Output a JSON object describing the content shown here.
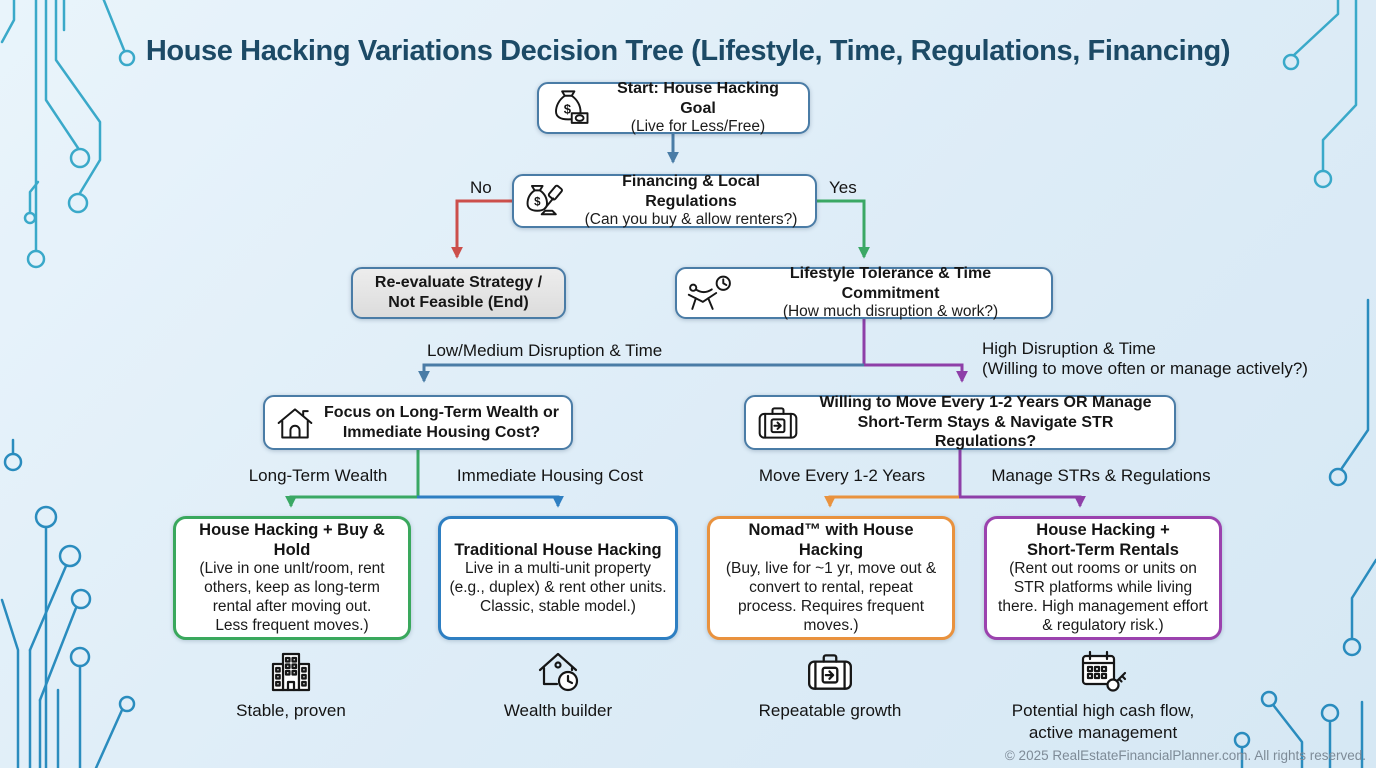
{
  "title": "House Hacking Variations Decision Tree (Lifestyle, Time, Regulations, Financing)",
  "nodes": {
    "start": {
      "icon": "money-bag-icon",
      "title": "Start: House Hacking Goal",
      "subtitle": "(Live for Less/Free)"
    },
    "financing": {
      "icon": "money-gavel-icon",
      "title": "Financing & Local Regulations",
      "subtitle": "(Can you buy & allow renters?)"
    },
    "reevaluate": {
      "title": "Re-evaluate Strategy /",
      "title2": "Not Feasible (End)"
    },
    "lifestyle": {
      "icon": "relax-clock-icon",
      "title": "Lifestyle Tolerance & Time Commitment",
      "subtitle": "(How much disruption & work?)"
    },
    "focus": {
      "icon": "house-icon",
      "title": "Focus on Long-Term Wealth or",
      "title2": "Immediate Housing Cost?"
    },
    "willing": {
      "icon": "suitcase-arrow-icon",
      "title": "Willing to Move Every 1-2 Years OR Manage",
      "title2": "Short-Term Stays & Navigate STR Regulations?"
    },
    "buy_hold": {
      "title": "House Hacking + Buy & Hold",
      "body": "(Live in one unIt/room, rent others, keep as long-term rental after moving out.",
      "body2": "Less frequent moves.)"
    },
    "traditional": {
      "title": "Traditional House Hacking",
      "body": "Live in a multi-unit property (e.g., duplex) & rent other units. Classic, stable model.)"
    },
    "nomad": {
      "title": "Nomad™ with House Hacking",
      "body": "(Buy, live for ~1 yr, move out & convert to rental, repeat process. Requires frequent moves.)"
    },
    "str": {
      "title": "House Hacking +",
      "title2": "Short-Term Rentals",
      "body": "(Rent out rooms or units on STR platforms while living there. High management effort & regulatory risk.)"
    }
  },
  "edge_labels": {
    "no": "No",
    "yes": "Yes",
    "low_medium": "Low/Medium Disruption & Time",
    "high_line1": "High Disruption & Time",
    "high_line2": "(Willing to move often or manage actively?)",
    "long_term_wealth": "Long-Term Wealth",
    "immediate_housing": "Immediate Housing Cost",
    "move_every": "Move Every 1-2 Years",
    "manage_strs": "Manage STRs & Regulations"
  },
  "outcomes": [
    {
      "icon": "building-icon",
      "label": "Stable, proven"
    },
    {
      "icon": "house-clock-icon",
      "label": "Wealth builder"
    },
    {
      "icon": "suitcase-arrow-icon",
      "label": "Repeatable growth"
    },
    {
      "icon": "calendar-key-icon",
      "label": "Potential high cash flow,",
      "label2": "active management"
    }
  ],
  "footer": "© 2025 RealEstateFinancialPlanner.com. All rights reserved.",
  "colors": {
    "background": "#ddecf7",
    "title_text": "#1c4a66",
    "node_border": "#4a7ca6",
    "edge_default": "#4a7ca6",
    "edge_no_red": "#cc4f4b",
    "edge_yes_green": "#3aa864",
    "edge_purple": "#8e3fa8",
    "edge_blue": "#2e7fc2",
    "edge_orange": "#e9923e",
    "leaf_green": "#3aa85d",
    "leaf_blue": "#2e7fc2",
    "leaf_orange": "#e9923e",
    "leaf_purple": "#9b42ae",
    "circuit_teal": "#3aa9c9"
  }
}
